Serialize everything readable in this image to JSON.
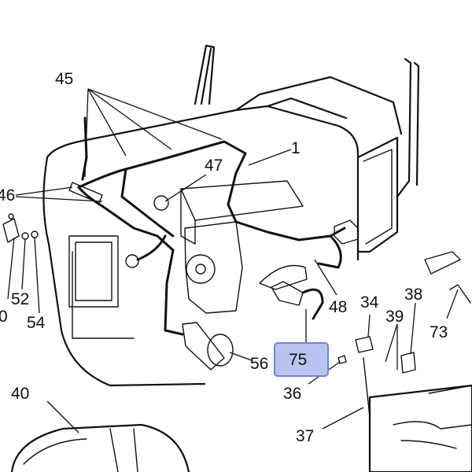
{
  "callouts": {
    "c45": "45",
    "c1": "1",
    "c47": "47",
    "c46": "46",
    "c52": "52",
    "c50": "0",
    "c54": "54",
    "c48": "48",
    "c34": "34",
    "c38": "38",
    "c39": "39",
    "c73": "73",
    "c75": "75",
    "c56": "56",
    "c36": "36",
    "c37": "37",
    "c40": "40"
  },
  "highlight": {
    "label": "75",
    "fill": "#b8c4ee",
    "border": "#6f82d6"
  },
  "colors": {
    "line": "#111111",
    "background": "#ffffff"
  }
}
